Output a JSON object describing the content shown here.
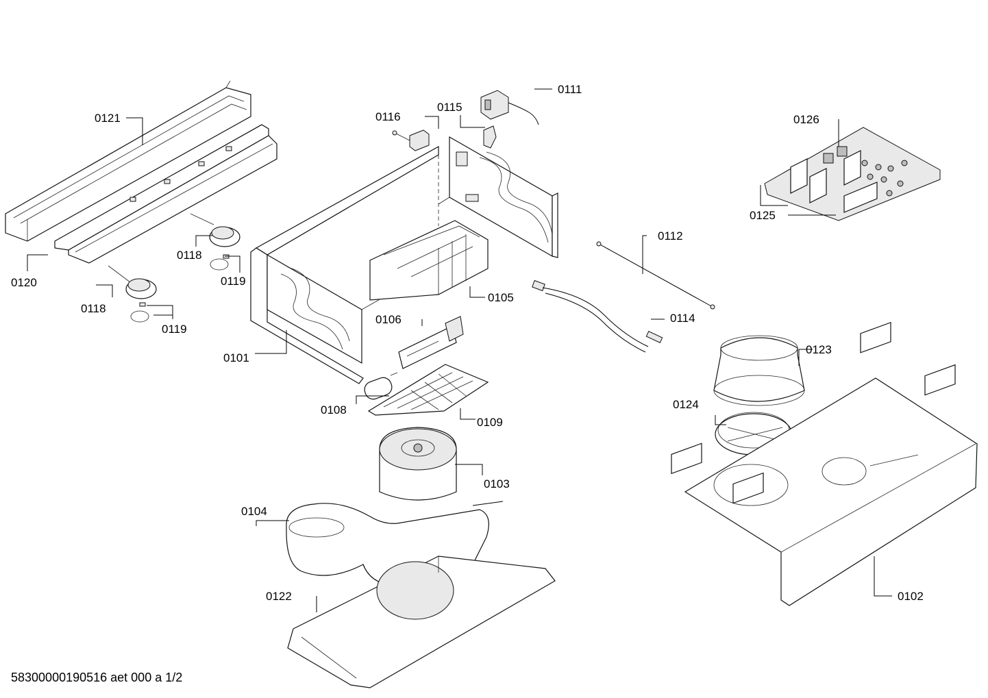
{
  "labels": {
    "p0101": "0101",
    "p0102": "0102",
    "p0103": "0103",
    "p0104": "0104",
    "p0105": "0105",
    "p0106": "0106",
    "p0108": "0108",
    "p0109": "0109",
    "p0111": "0111",
    "p0112": "0112",
    "p0114": "0114",
    "p0115": "0115",
    "p0116": "0116",
    "p0118a": "0118",
    "p0118b": "0118",
    "p0119a": "0119",
    "p0119b": "0119",
    "p0120": "0120",
    "p0121": "0121",
    "p0122": "0122",
    "p0123": "0123",
    "p0124": "0124",
    "p0125": "0125",
    "p0126": "0126"
  },
  "footer": "58300000190516 aet 000 a 1/2"
}
